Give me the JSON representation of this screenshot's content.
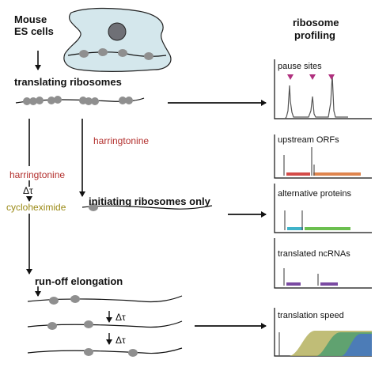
{
  "labels": {
    "mouse_es_cells": [
      "Mouse",
      "ES cells"
    ],
    "ribosome_profiling": [
      "ribosome",
      "profiling"
    ],
    "translating_ribosomes": "translating ribosomes",
    "harringtonine_right": "harringtonine",
    "harringtonine_left": "harringtonine",
    "delta_tau_1": "Δτ",
    "cycloheximide": "cycloheximide",
    "initiating_ribosomes_only": "initiating ribosomes only",
    "run_off_elongation": "run-off elongation",
    "delta_tau_2": "Δτ",
    "delta_tau_3": "Δτ"
  },
  "panels": {
    "pause_sites": "pause sites",
    "upstream_orfs": "upstream ORFs",
    "alternative_proteins": "alternative proteins",
    "translated_ncrnas": "translated ncRNAs",
    "translation_speed": "translation speed"
  },
  "colors": {
    "red_label": "#b3302e",
    "olive_label": "#9b8a16",
    "cell_fill": "#d4e7ec",
    "nucleus": "#6f7076",
    "ribosome": "#8f8f8f",
    "pause_marker": "#b0307e",
    "orf_red": "#d44b48",
    "orf_orange": "#e0854e",
    "alt_cyan": "#3fb3c9",
    "alt_green": "#6bbf4f",
    "ncrna_purple": "#7a4aa2",
    "speed_olive": "#b5b15f",
    "speed_green": "#4f9e6e",
    "speed_blue": "#4a78bf"
  }
}
